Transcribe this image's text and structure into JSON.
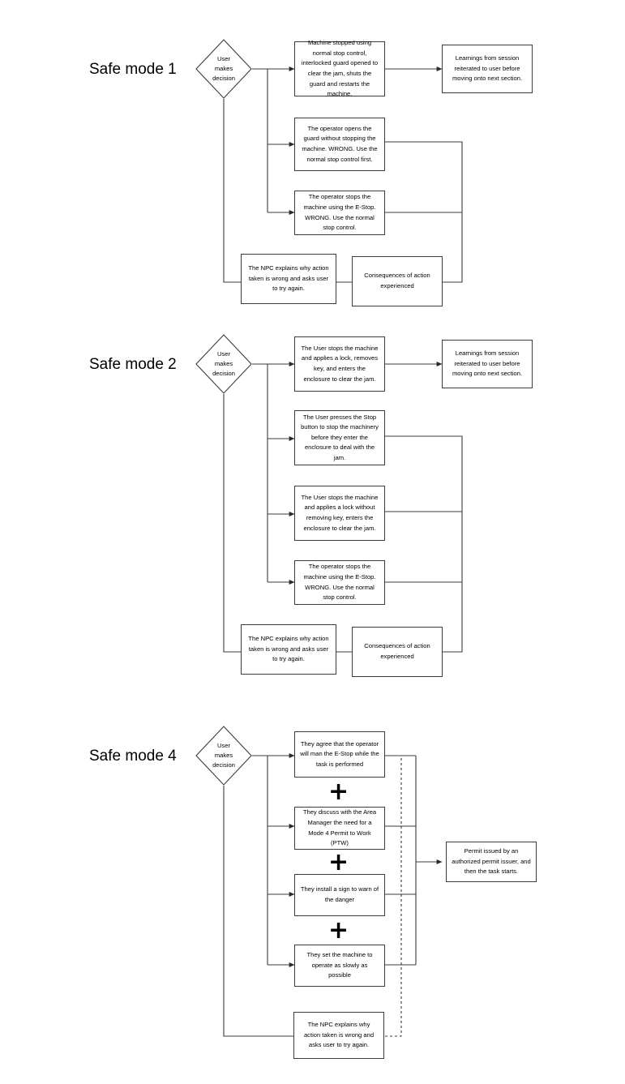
{
  "diagram": {
    "title_visible": false,
    "type": "flowchart",
    "sections": [
      {
        "id": "safe-mode-1",
        "label": "Safe mode 1",
        "decision": {
          "id": "decision-1",
          "lines": [
            "User",
            "makes",
            "decision"
          ]
        },
        "nodes": [
          {
            "id": "sm1-correct",
            "text": "Machine stopped using normal stop control, interlocked guard opened to clear the jam, shuts the guard and restarts the machine."
          },
          {
            "id": "sm1-learnings",
            "text": "Learnings from session reiterated to user before moving onto next section."
          },
          {
            "id": "sm1-wrong-1",
            "text": "The operator opens the guard without stopping the machine.  WRONG.  Use the normal stop control first."
          },
          {
            "id": "sm1-wrong-2",
            "text": "The operator stops the machine using the E-Stop.  WRONG.  Use the normal stop control."
          },
          {
            "id": "sm1-npc",
            "text": "The NPC explains why action taken is wrong and asks user to try again."
          },
          {
            "id": "sm1-consequences",
            "text": "Consequences of action experienced"
          }
        ]
      },
      {
        "id": "safe-mode-2",
        "label": "Safe mode 2",
        "decision": {
          "id": "decision-2",
          "lines": [
            "User",
            "makes",
            "decision"
          ]
        },
        "nodes": [
          {
            "id": "sm2-correct",
            "text": "The User stops the machine and applies a lock, removes key, and enters the enclosure to clear the jam."
          },
          {
            "id": "sm2-learnings",
            "text": "Learnings from session reiterated to user before moving onto next section."
          },
          {
            "id": "sm2-wrong-1",
            "text": "The User presses the Stop button to stop the machinery before they enter the enclosure to deal with the jam."
          },
          {
            "id": "sm2-wrong-2",
            "text": "The User stops the machine and applies a lock without removing key, enters the enclosure to clear the jam."
          },
          {
            "id": "sm2-wrong-3",
            "text": "The operator stops the machine using the E-Stop.  WRONG.  Use the normal stop control."
          },
          {
            "id": "sm2-npc",
            "text": "The NPC explains why action taken is wrong and asks user to try again."
          },
          {
            "id": "sm2-consequences",
            "text": "Consequences of action experienced"
          }
        ]
      },
      {
        "id": "safe-mode-4",
        "label": "Safe mode 4",
        "decision": {
          "id": "decision-4",
          "lines": [
            "User",
            "makes",
            "decision"
          ]
        },
        "nodes": [
          {
            "id": "sm4-step-1",
            "text": "They agree that the operator will man the E-Stop while the task is performed"
          },
          {
            "id": "sm4-step-2",
            "text": "They discuss with the Area Manager the need for a Mode 4 Permit to Work (PTW)"
          },
          {
            "id": "sm4-step-3",
            "text": "They install a sign to warn of the danger"
          },
          {
            "id": "sm4-step-4",
            "text": "They set the machine to operate as slowly as possible"
          },
          {
            "id": "sm4-permit",
            "text": "Permit issued by an authorized permit issuer, and then the task starts."
          },
          {
            "id": "sm4-npc",
            "text": "The NPC explains why action taken is wrong and asks user to try again."
          }
        ],
        "connectors": [
          {
            "id": "plus-1",
            "symbol": "+"
          },
          {
            "id": "plus-2",
            "symbol": "+"
          },
          {
            "id": "plus-3",
            "symbol": "+"
          }
        ]
      }
    ],
    "colors": {
      "background": "#ffffff",
      "stroke": "#3b3b3b",
      "text": "#000000",
      "plus": "#000000"
    }
  }
}
